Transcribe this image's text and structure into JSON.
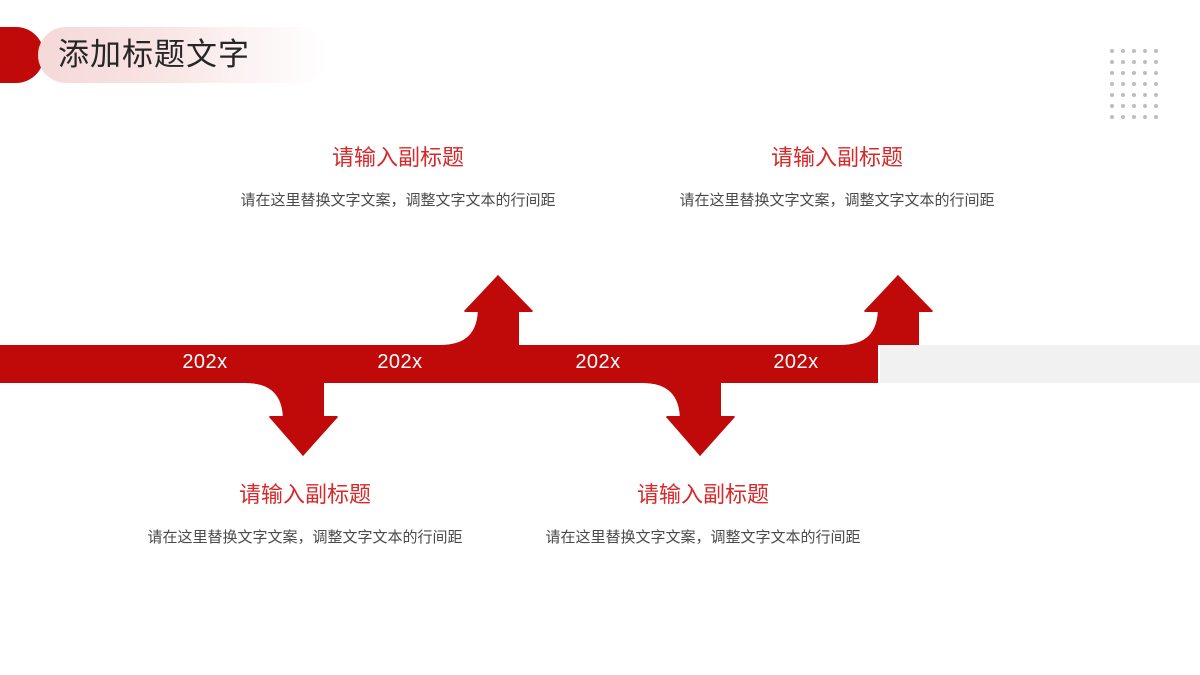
{
  "page": {
    "background": "#FFFFFF",
    "accent_red": "#C00A0A",
    "title_red": "#D7282A",
    "track_gray": "#F1F1F1"
  },
  "header": {
    "title": "添加标题文字",
    "tab_shape": "red-rounded-tab",
    "pill_shape": "pink-gradient-pill"
  },
  "decoration": {
    "dot_grid": {
      "name": "dot-grid",
      "columns": 5,
      "rows": 7,
      "dot_color": "#BDBDBD"
    }
  },
  "timeline": {
    "track_color": "#C00A0A",
    "track_tail_color": "#F1F1F1",
    "markers": [
      {
        "label": "202x"
      },
      {
        "label": "202x"
      },
      {
        "label": "202x"
      },
      {
        "label": "202x"
      }
    ],
    "arrows": [
      {
        "name": "arrow-up-1",
        "direction": "up"
      },
      {
        "name": "arrow-up-2",
        "direction": "up"
      },
      {
        "name": "arrow-down-1",
        "direction": "down"
      },
      {
        "name": "arrow-down-2",
        "direction": "down"
      }
    ]
  },
  "content_blocks": [
    {
      "position": "top-left",
      "title": "请输入副标题",
      "body": "请在这里替换文字文案，调整文字文本的行间距"
    },
    {
      "position": "top-right",
      "title": "请输入副标题",
      "body": "请在这里替换文字文案，调整文字文本的行间距"
    },
    {
      "position": "bottom-left",
      "title": "请输入副标题",
      "body": "请在这里替换文字文案，调整文字文本的行间距"
    },
    {
      "position": "bottom-right",
      "title": "请输入副标题",
      "body": "请在这里替换文字文案，调整文字文本的行间距"
    }
  ]
}
